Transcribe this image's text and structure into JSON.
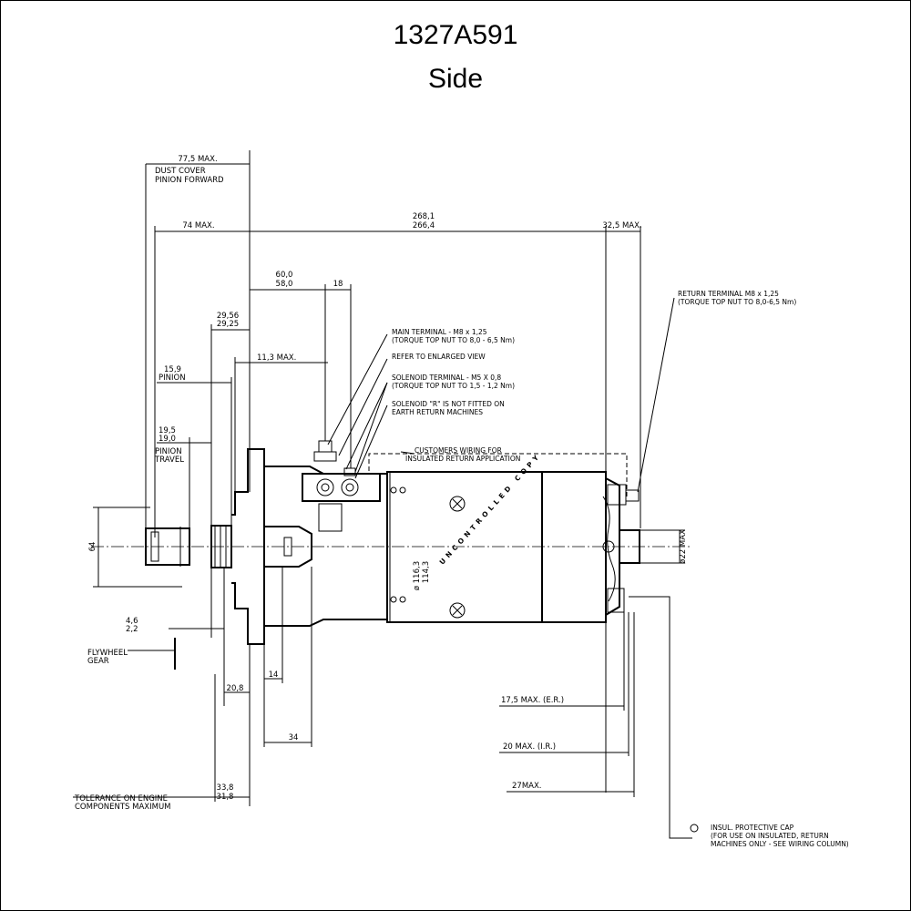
{
  "header": {
    "part_number": "1327A591",
    "view": "Side"
  },
  "watermark": "UNCONTROLLED COPY",
  "dimensions": {
    "dust_cover_max": "77,5 MAX.",
    "dust_cover_label_1": "DUST COVER",
    "dust_cover_label_2": "PINION FORWARD",
    "left_max": "74 MAX.",
    "overall_1": "268,1",
    "overall_2": "266,4",
    "right_max": "32,5 MAX.",
    "d60": "60,0",
    "d58": "58,0",
    "d18": "18",
    "d29_56": "29,56",
    "d29_25": "29,25",
    "d11_3": "11,3 MAX.",
    "d15_9": "15,9",
    "pinion": "PINION",
    "d19_5": "19,5",
    "d19_0": "19,0",
    "pinion_travel_1": "PINION",
    "pinion_travel_2": "TRAVEL",
    "d64": "64",
    "d4_6": "4,6",
    "d2_2": "2,2",
    "flywheel_1": "FLYWHEEL",
    "flywheel_2": "GEAR",
    "d20_8": "20,8",
    "d14": "14",
    "d34": "34",
    "d33_8": "33,8",
    "d31_8": "31,8",
    "tolerance_1": "TOLERANCE ON ENGINE",
    "tolerance_2": "COMPONENTS MAXIMUM",
    "dia_1": "ø 116,3",
    "dia_2": "114,3",
    "dia_22": "ø22 MAX",
    "er": "17,5 MAX.    (E.R.)",
    "ir": "20 MAX.    (I.R.)",
    "max27": "27MAX."
  },
  "notes": {
    "main_terminal_1": "MAIN TERMINAL - M8 x 1,25",
    "main_terminal_2": "(TORQUE TOP NUT TO 8,0 - 6,5 Nm)",
    "refer": "REFER TO ENLARGED VIEW",
    "solenoid_terminal_1": "SOLENOID TERMINAL - M5 X 0,8",
    "solenoid_terminal_2": "(TORQUE TOP NUT TO 1,5 - 1,2 Nm)",
    "solenoid_r_1": "SOLENOID \"R\" IS NOT FITTED ON",
    "solenoid_r_2": "EARTH RETURN MACHINES",
    "customer_wiring_1": "CUSTOMERS WIRING FOR",
    "customer_wiring_2": "INSULATED RETURN APPLICATION",
    "return_terminal_1": "RETURN TERMINAL M8 x 1,25",
    "return_terminal_2": "(TORQUE TOP NUT TO 8,0-6,5 Nm)",
    "insul_cap_1": "INSUL. PROTECTIVE CAP",
    "insul_cap_2": "(FOR USE ON INSULATED, RETURN",
    "insul_cap_3": "MACHINES ONLY - SEE WIRING COLUMN)"
  }
}
